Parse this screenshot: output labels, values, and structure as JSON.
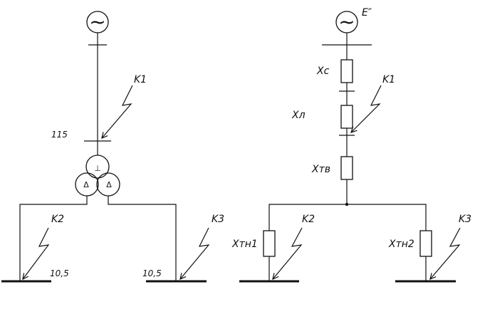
{
  "left_scheme": {
    "source_symbol": "~",
    "fault_k1": "K1",
    "fault_k2": "K2",
    "fault_k3": "K3",
    "hv_voltage": "115",
    "lv_voltage_left": "10,5",
    "lv_voltage_right": "10,5",
    "transformer_glyphs": [
      "⊥",
      "Δ",
      "Δ"
    ]
  },
  "right_scheme": {
    "source_symbol": "~",
    "emf_label": "E″",
    "x_system": "Xc",
    "x_line": "Xл",
    "x_hv": "Xтв",
    "x_lv1": "Xтн1",
    "x_lv2": "Xтн2",
    "fault_k1": "K1",
    "fault_k2": "K2",
    "fault_k3": "K3"
  }
}
